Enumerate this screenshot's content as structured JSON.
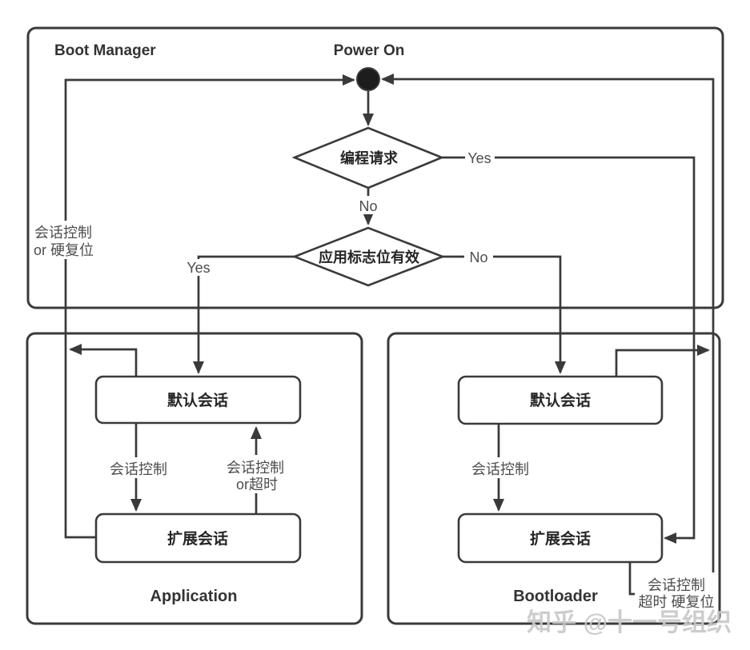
{
  "boot_manager": {
    "title": "Boot Manager",
    "power_on_label": "Power On",
    "decision_programming_request": {
      "label": "编程请求",
      "yes": "Yes",
      "no": "No"
    },
    "decision_app_flag_valid": {
      "label": "应用标志位有效",
      "yes": "Yes",
      "no": "No"
    }
  },
  "application": {
    "title": "Application",
    "default_session": "默认会话",
    "extended_session": "扩展会话",
    "default_to_extended_label": "会话控制",
    "extended_to_default_label_line1": "会话控制",
    "extended_to_default_label_line2": "or超时",
    "return_to_power_on_label_line1": "会话控制",
    "return_to_power_on_label_line2": "or 硬复位"
  },
  "bootloader": {
    "title": "Bootloader",
    "default_session": "默认会话",
    "extended_session": "扩展会话",
    "default_to_extended_label": "会话控制",
    "return_to_power_on_label_line1": "会话控制",
    "return_to_power_on_label_line2": "超时 硬复位"
  },
  "watermark": "知乎 @十一号组织",
  "colors": {
    "stroke": "#3a3a3a",
    "node_text": "#262626",
    "edge_label": "#4d4d4d",
    "watermark": "#c8c8c8",
    "background": "#ffffff"
  }
}
